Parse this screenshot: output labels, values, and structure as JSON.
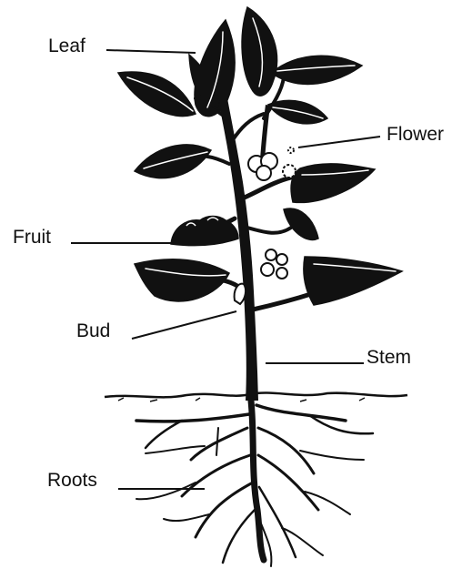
{
  "labels": {
    "leaf": "Leaf",
    "flower": "Flower",
    "fruit": "Fruit",
    "bud": "Bud",
    "stem": "Stem",
    "roots": "Roots"
  },
  "colors": {
    "ink": "#111111",
    "paper": "#ffffff"
  }
}
